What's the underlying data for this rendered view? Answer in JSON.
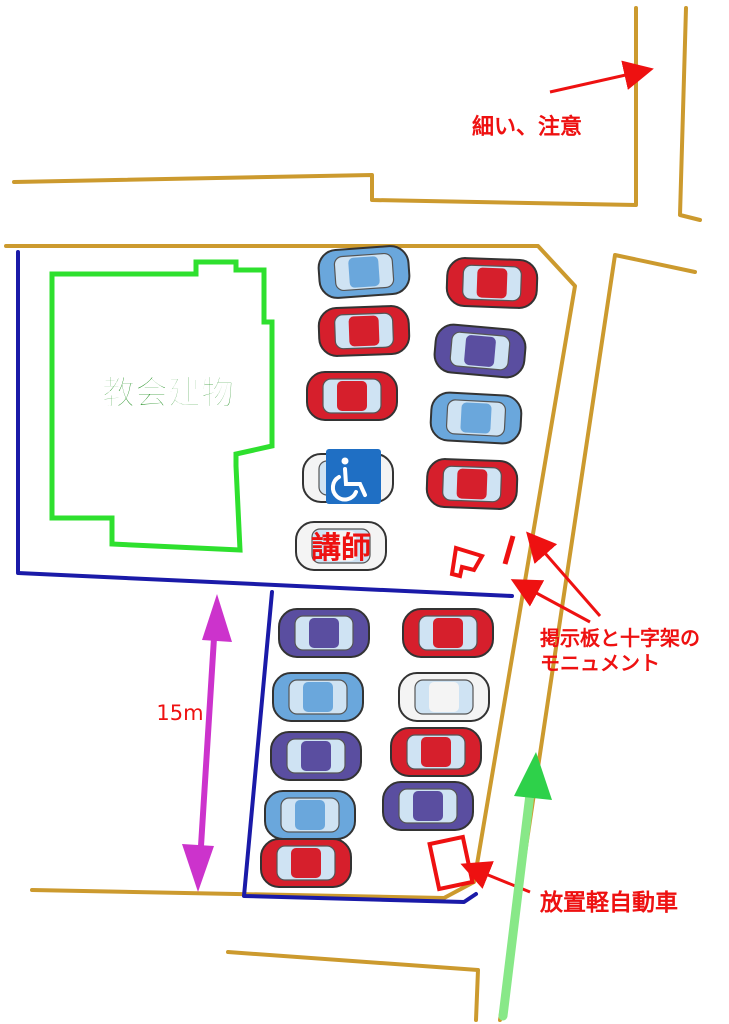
{
  "labels": {
    "building": "教会建物",
    "narrow_warning": "細い、注意",
    "instructor": "講師",
    "monument_line1": "掲示板と十字架の",
    "monument_line2": "モニュメント",
    "distance": "15m",
    "abandoned_kei_car": "放置軽自動車"
  },
  "icons": {
    "accessible": "wheelchair-icon",
    "parking_marker": "parking-p-sign-icon"
  },
  "colors": {
    "road": "#cc9a2e",
    "lot_boundary": "#1a1aa8",
    "building_outline": "#2ee02e",
    "building_text": "#1a8c1a",
    "annotation": "#ee1111",
    "distance_arrow": "#cc33cc",
    "entrance_arrow": "#2ed14a",
    "accessible_bg": "#1f6fc4",
    "car_blue": "#6aa7dc",
    "car_red": "#d61f2c",
    "car_purple": "#5a4ea0",
    "car_white": "#f4f4f4"
  },
  "parking": {
    "cars": [
      {
        "color": "blue",
        "orientation": "horizontal"
      },
      {
        "color": "red",
        "orientation": "horizontal"
      },
      {
        "color": "red",
        "orientation": "horizontal"
      },
      {
        "color": "white",
        "orientation": "horizontal"
      },
      {
        "color": "white",
        "orientation": "horizontal"
      },
      {
        "color": "red",
        "orientation": "horizontal"
      },
      {
        "color": "purple",
        "orientation": "horizontal"
      },
      {
        "color": "blue",
        "orientation": "horizontal"
      },
      {
        "color": "red",
        "orientation": "horizontal"
      },
      {
        "color": "purple",
        "orientation": "horizontal"
      },
      {
        "color": "red",
        "orientation": "horizontal"
      },
      {
        "color": "blue",
        "orientation": "horizontal"
      },
      {
        "color": "white",
        "orientation": "horizontal"
      },
      {
        "color": "purple",
        "orientation": "horizontal"
      },
      {
        "color": "red",
        "orientation": "horizontal"
      },
      {
        "color": "blue",
        "orientation": "horizontal"
      },
      {
        "color": "purple",
        "orientation": "horizontal"
      },
      {
        "color": "red",
        "orientation": "horizontal"
      }
    ]
  }
}
